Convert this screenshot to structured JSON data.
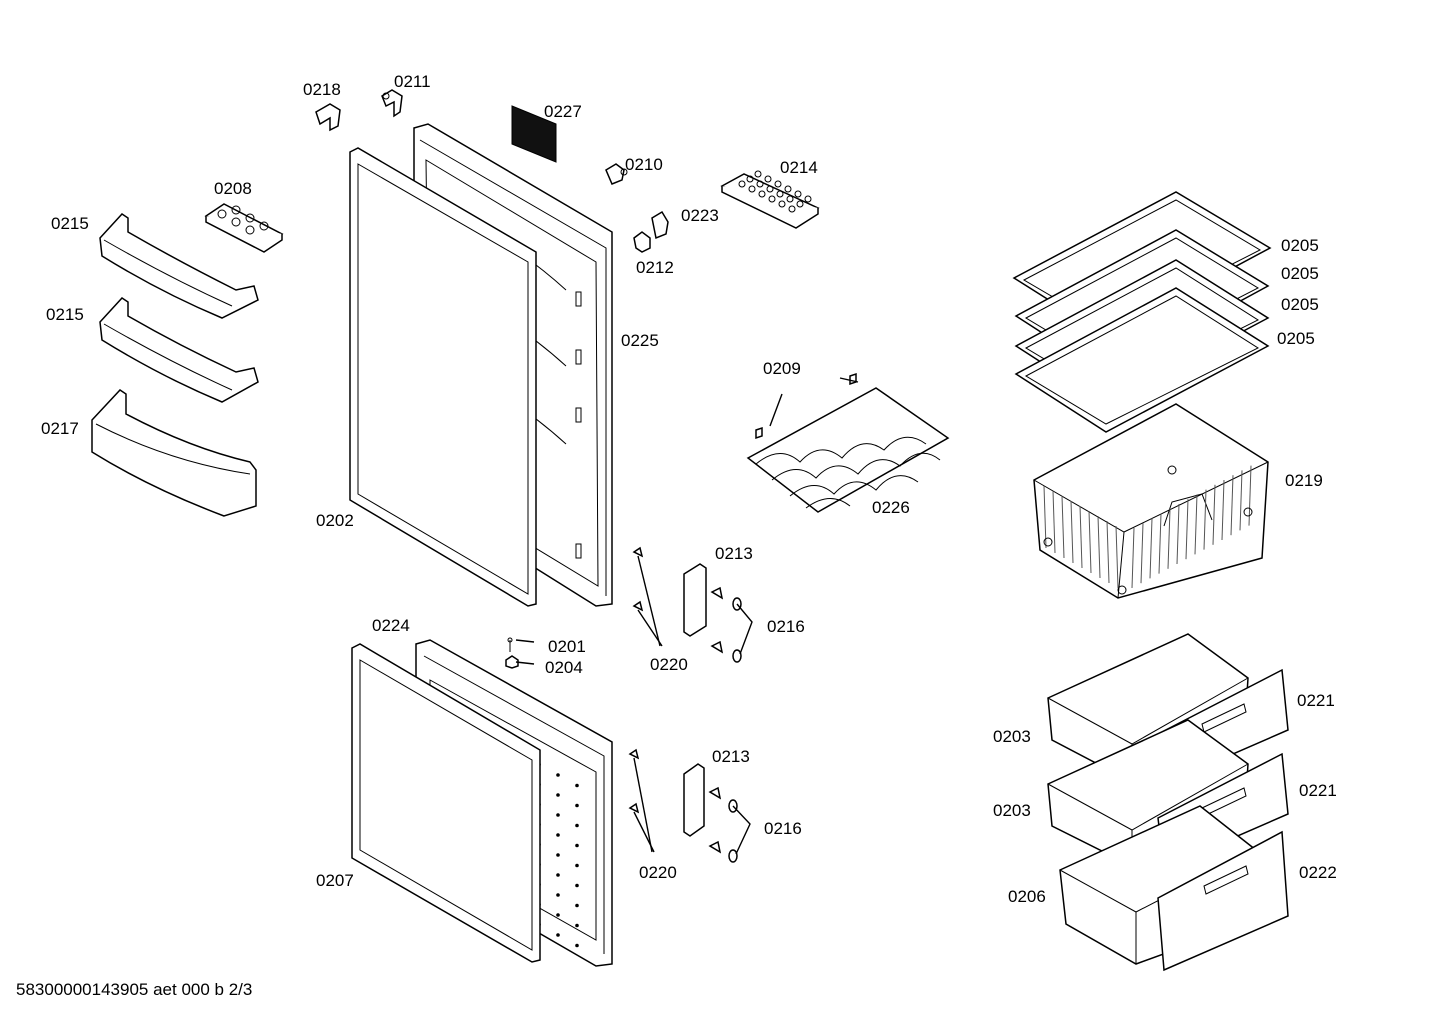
{
  "labels": {
    "p0201": "0201",
    "p0202": "0202",
    "p0203a": "0203",
    "p0203b": "0203",
    "p0204": "0204",
    "p0205a": "0205",
    "p0205b": "0205",
    "p0205c": "0205",
    "p0205d": "0205",
    "p0206": "0206",
    "p0207": "0207",
    "p0208": "0208",
    "p0209": "0209",
    "p0210": "0210",
    "p0211": "0211",
    "p0212": "0212",
    "p0213a": "0213",
    "p0213b": "0213",
    "p0214": "0214",
    "p0215a": "0215",
    "p0215b": "0215",
    "p0216a": "0216",
    "p0216b": "0216",
    "p0217": "0217",
    "p0218": "0218",
    "p0219": "0219",
    "p0220a": "0220",
    "p0220b": "0220",
    "p0221a": "0221",
    "p0221b": "0221",
    "p0222": "0222",
    "p0223": "0223",
    "p0224": "0224",
    "p0225": "0225",
    "p0226": "0226",
    "p0227": "0227"
  },
  "footer": "58300000143905 aet 000 b 2/3"
}
